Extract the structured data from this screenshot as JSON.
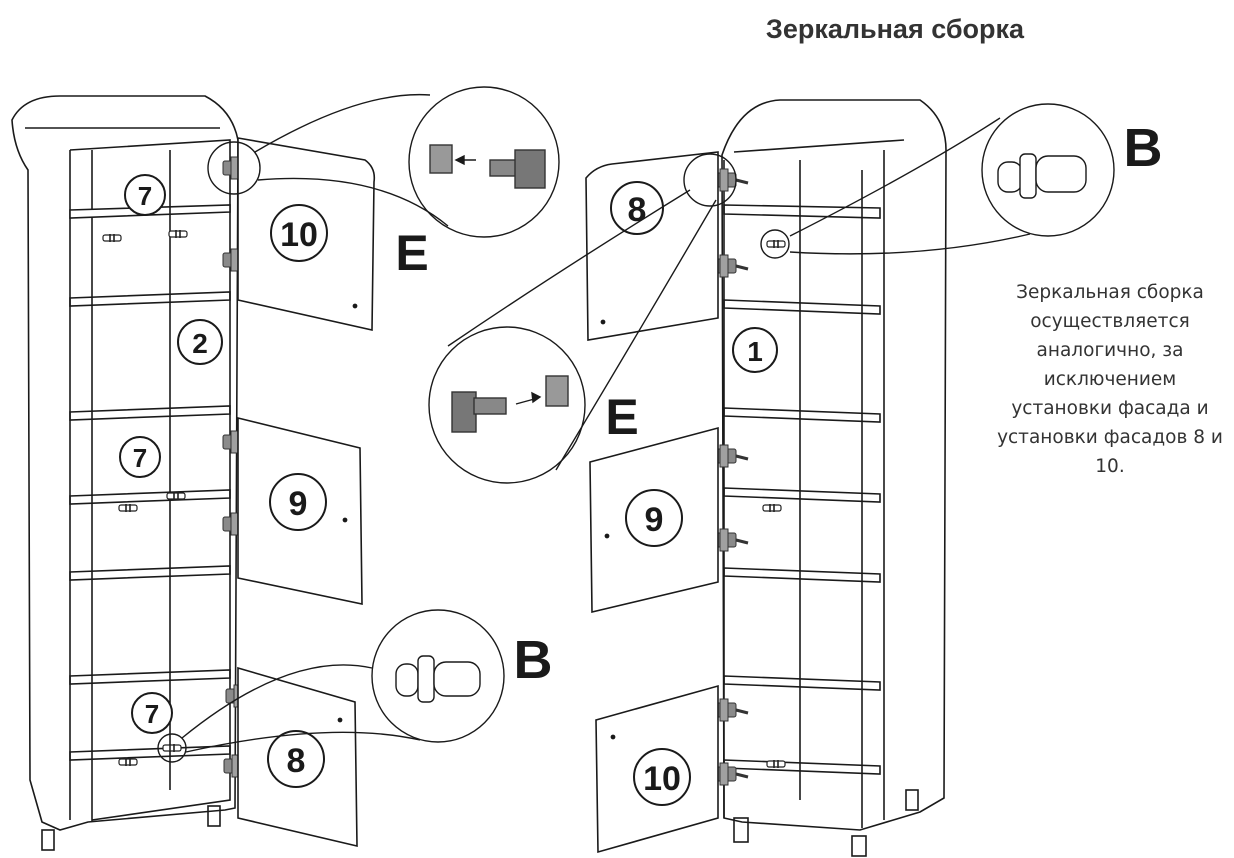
{
  "title": "Зеркальная сборка",
  "note_lines": [
    "Зеркальная сборка",
    "осуществляется",
    "аналогично, за",
    "исключением",
    "установки фасада и",
    "установки фасадов 8 и",
    "10."
  ],
  "left_unit": {
    "part_labels": {
      "shelf_top": "7",
      "shelf_mid": "7",
      "shelf_bot": "7",
      "side_panel": "2",
      "door_top": "10",
      "door_mid": "9",
      "door_bot": "8"
    },
    "callouts": {
      "hinge": "E",
      "dowel": "B"
    }
  },
  "right_unit": {
    "part_labels": {
      "door_top": "8",
      "side_panel": "1",
      "door_mid": "9",
      "door_bot": "10"
    },
    "callouts": {
      "hinge": "E",
      "dowel": "B"
    }
  },
  "colors": {
    "line": "#1a1a1a",
    "hardware": "#777777",
    "hardware_dark": "#555555",
    "text": "#222222"
  }
}
